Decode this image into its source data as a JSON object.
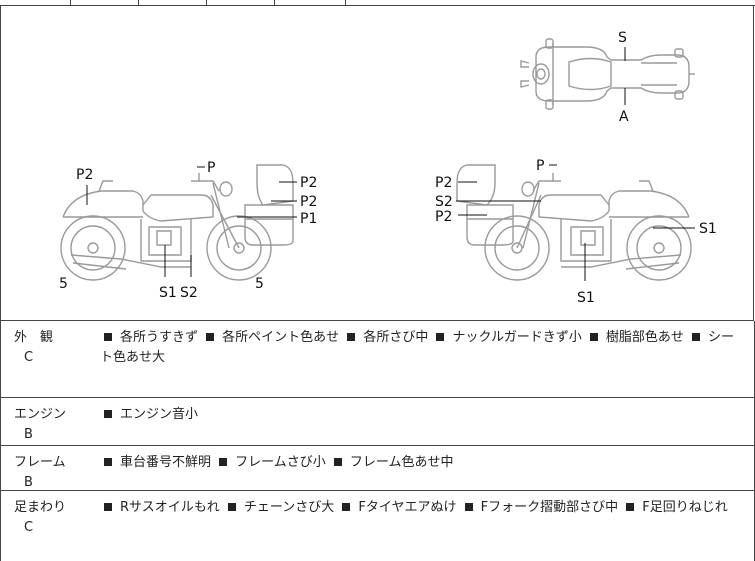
{
  "diagram": {
    "top_view": {
      "front_label": "S",
      "rear_label": "A"
    },
    "left_view": {
      "labels": [
        "P2",
        "P",
        "P2",
        "P2",
        "P1",
        "5",
        "S1",
        "S2",
        "5"
      ]
    },
    "right_view": {
      "labels": [
        "P",
        "P2",
        "S2",
        "P2",
        "S1",
        "S1"
      ]
    }
  },
  "inspection_rows": [
    {
      "category": "外　観",
      "grade": "C",
      "items": [
        "各所うすきず",
        "各所ペイント色あせ",
        "各所さび中",
        "ナックルガードきず小",
        "樹脂部色あせ",
        "シート色あせ大"
      ]
    },
    {
      "category": "エンジン",
      "grade": "B",
      "items": [
        "エンジン音小"
      ]
    },
    {
      "category": "フレーム",
      "grade": "B",
      "items": [
        "車台番号不鮮明",
        "フレームさび小",
        "フレーム色あせ中"
      ]
    },
    {
      "category": "足まわり",
      "grade": "C",
      "items": [
        "Rサスオイルもれ",
        "チェーンさび大",
        "Fタイヤエアぬけ",
        "Fフォーク摺動部さび中",
        "F足回りねじれ"
      ]
    }
  ]
}
